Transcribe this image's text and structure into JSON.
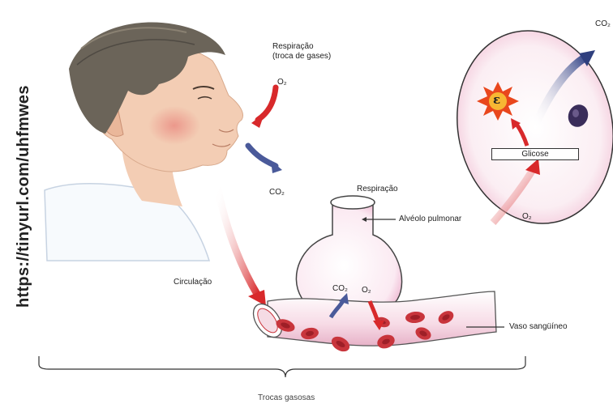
{
  "side_url": "https://tinyurl.com/uhfmwes",
  "labels": {
    "respiracao_top_line1": "Respiração",
    "respiracao_top_line2": "(troca de gases)",
    "o2_nose": "O₂",
    "co2_nose": "CO₂",
    "respiracao_alveolo": "Respiração",
    "alveolo_pulmonar": "Alvéolo pulmonar",
    "circulacao": "Circulação",
    "co2_vessel": "CO₂",
    "o2_vessel": "O₂",
    "vaso_sanguineo": "Vaso sangüíneo",
    "trocas_gasosas": "Trocas gasosas",
    "glicose": "Glicose",
    "o2_cell": "O₂",
    "co2_cell": "CO₂",
    "energy_symbol": "ε"
  },
  "colors": {
    "arrow_red": "#d8292b",
    "arrow_blue": "#4a5a9a",
    "rbc": "#c8353c",
    "skin": "#f3cdb4",
    "hair": "#6b6459",
    "vessel_pink": "#f6d7e4",
    "nucleus": "#3a2d5a",
    "energy": "#e9471d"
  }
}
